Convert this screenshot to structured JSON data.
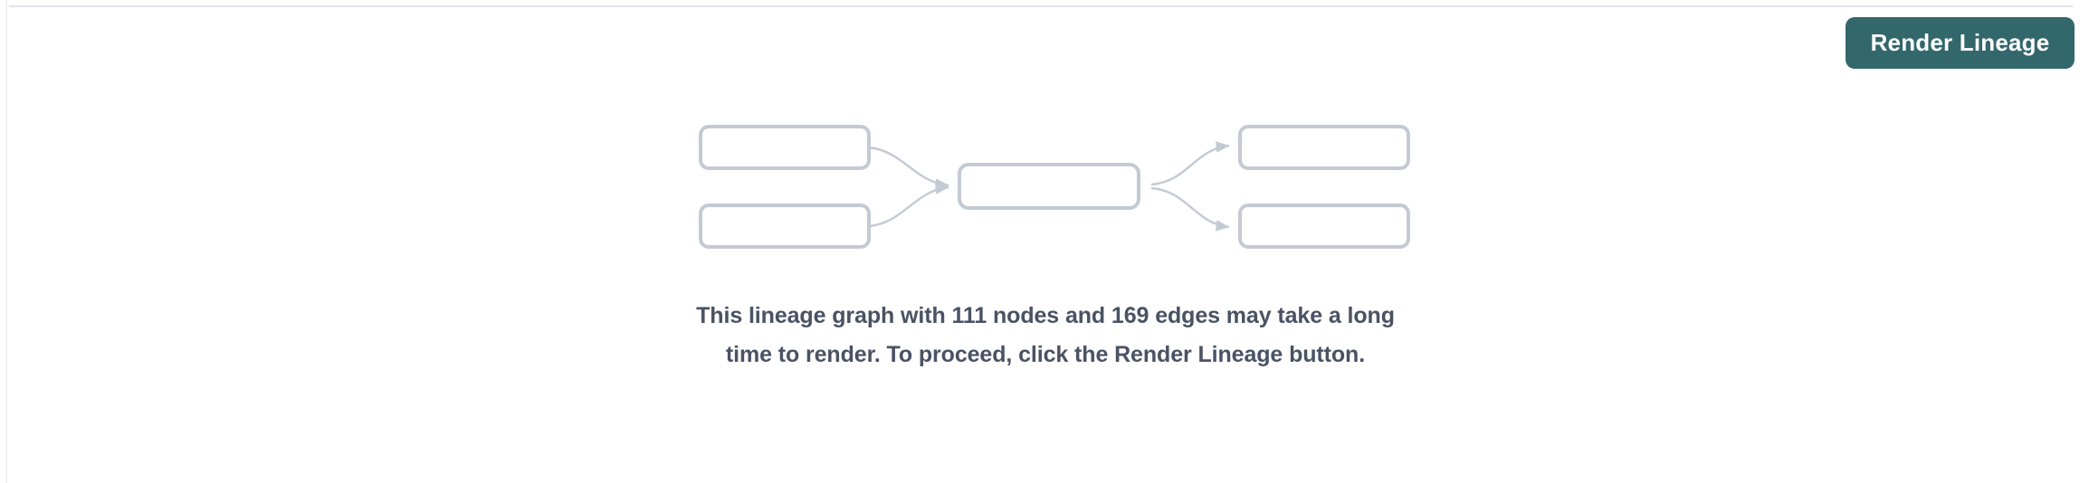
{
  "panel": {
    "background_color": "#ffffff",
    "rule_color": "#e3e5e9"
  },
  "toolbar": {
    "render_lineage_label": "Render Lineage",
    "render_lineage_color": "#32676c",
    "render_lineage_text_color": "#ffffff"
  },
  "graph_placeholder": {
    "node_border_color": "#c4cad4",
    "node_fill_color": "#ffffff",
    "edge_color": "#c4cad4",
    "nodes": [
      {
        "id": "left-top",
        "label": ""
      },
      {
        "id": "left-bottom",
        "label": ""
      },
      {
        "id": "center",
        "label": ""
      },
      {
        "id": "right-top",
        "label": ""
      },
      {
        "id": "right-bottom",
        "label": ""
      }
    ],
    "edges": [
      {
        "from": "left-top",
        "to": "center"
      },
      {
        "from": "left-bottom",
        "to": "center"
      },
      {
        "from": "center",
        "to": "right-top"
      },
      {
        "from": "center",
        "to": "right-bottom"
      }
    ]
  },
  "message": {
    "node_count": 111,
    "edge_count": 169,
    "text": "This lineage graph with 111 nodes and 169 edges may take a long time to render. To proceed, click the Render Lineage button.",
    "text_color": "#4a5264"
  }
}
